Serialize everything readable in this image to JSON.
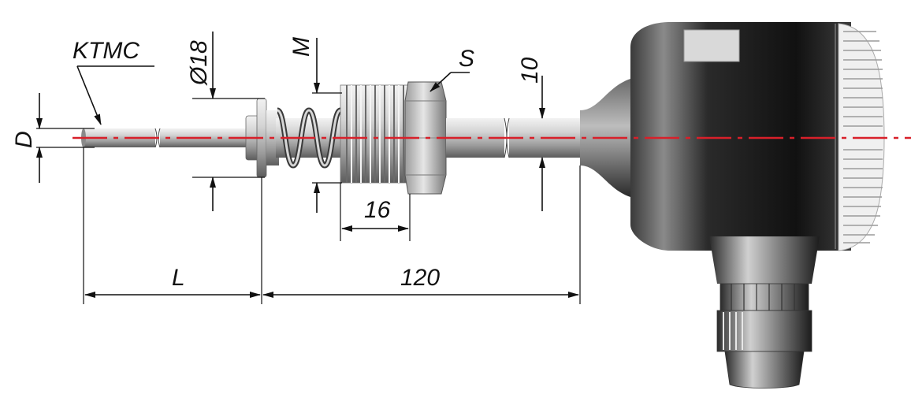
{
  "labels": {
    "ktmc": "KTMC",
    "d": "D",
    "diameter": "Ø18",
    "m": "M",
    "s": "S",
    "ten": "10",
    "sixteen": "16",
    "l": "L",
    "one_twenty": "120"
  },
  "colors": {
    "centerline": "#d8202a",
    "body_dark": "#1a1a1a",
    "metal_light": "#d9d9d9",
    "metal_mid": "#a8a8a8",
    "metal_dark": "#6e6e6e"
  }
}
